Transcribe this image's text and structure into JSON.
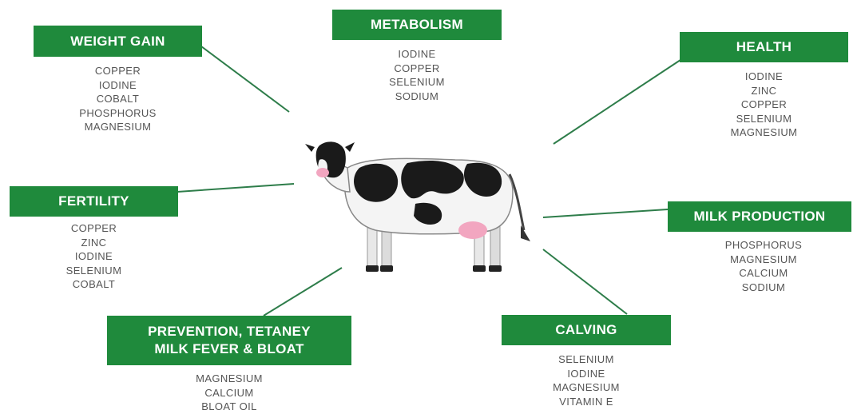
{
  "categories": {
    "weight_gain": {
      "title": "WEIGHT GAIN",
      "items": [
        "COPPER",
        "IODINE",
        "COBALT",
        "PHOSPHORUS",
        "MAGNESIUM"
      ]
    },
    "metabolism": {
      "title": "METABOLISM",
      "items": [
        "IODINE",
        "COPPER",
        "SELENIUM",
        "SODIUM"
      ]
    },
    "health": {
      "title": "HEALTH",
      "items": [
        "IODINE",
        "ZINC",
        "COPPER",
        "SELENIUM",
        "MAGNESIUM"
      ]
    },
    "fertility": {
      "title": "FERTILITY",
      "items": [
        "COPPER",
        "ZINC",
        "IODINE",
        "SELENIUM",
        "COBALT"
      ]
    },
    "milk_production": {
      "title": "MILK PRODUCTION",
      "items": [
        "PHOSPHORUS",
        "MAGNESIUM",
        "CALCIUM",
        "SODIUM"
      ]
    },
    "prevention": {
      "title_line1": "PREVENTION, TETANEY",
      "title_line2": "MILK FEVER & BLOAT",
      "items": [
        "MAGNESIUM",
        "CALCIUM",
        "BLOAT OIL"
      ]
    },
    "calving": {
      "title": "CALVING",
      "items": [
        "SELENIUM",
        "IODINE",
        "MAGNESIUM",
        "VITAMIN E"
      ]
    }
  },
  "colors": {
    "box": "#1f8a3c",
    "text": "#555555",
    "connector": "#2e7d4a"
  }
}
